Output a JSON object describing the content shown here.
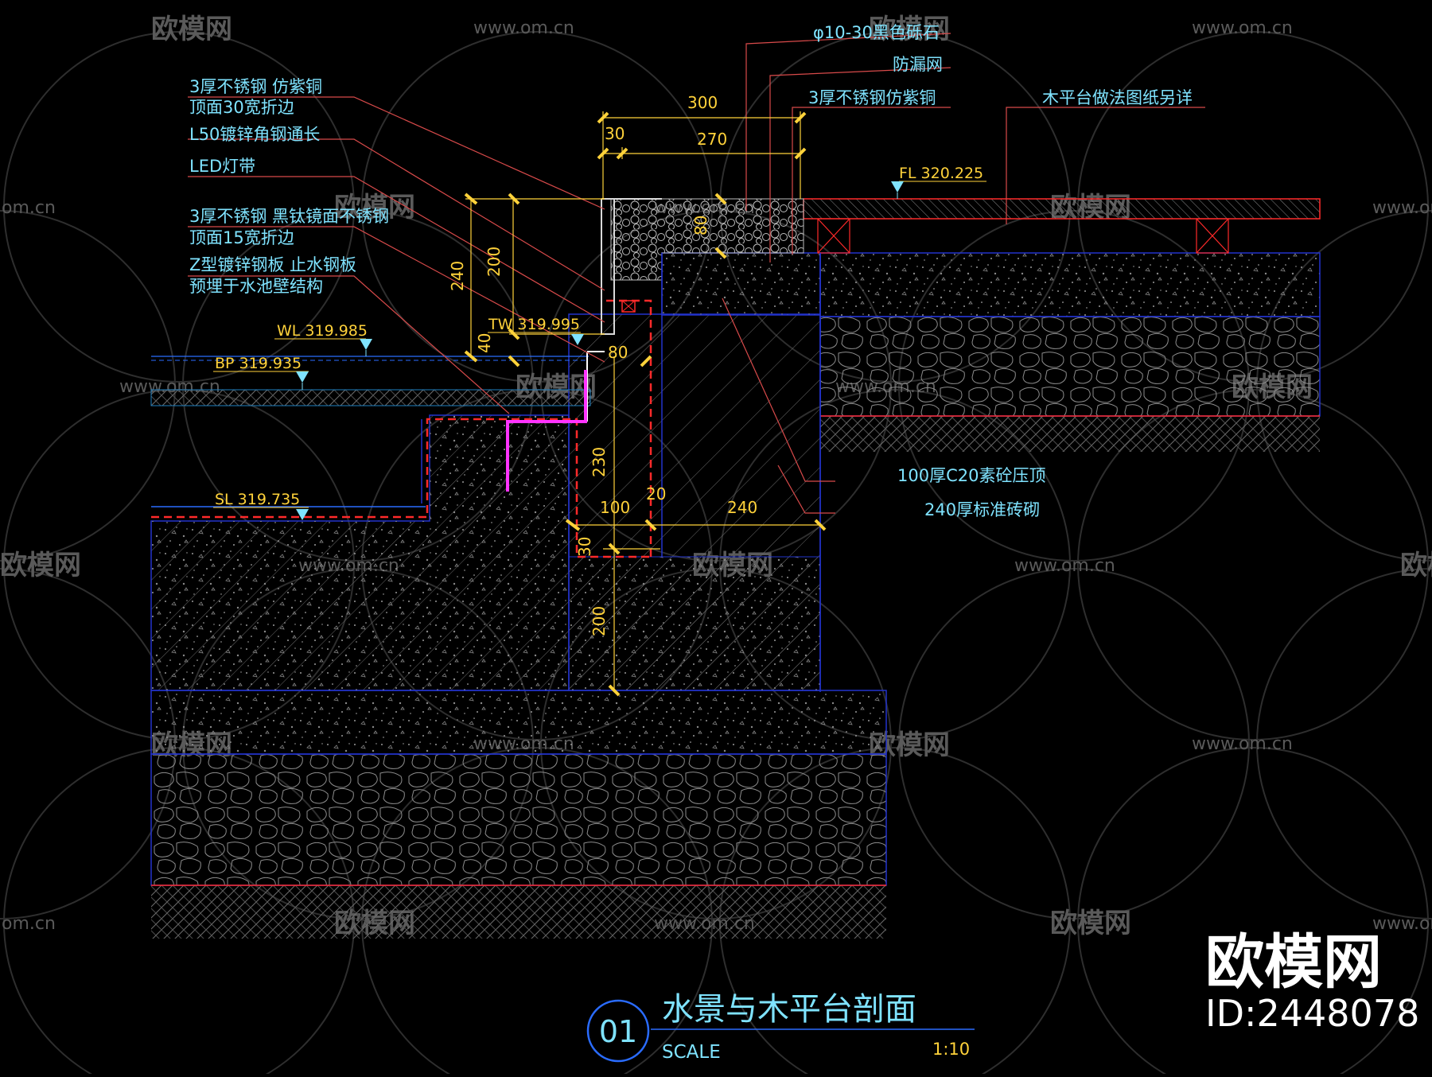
{
  "watermarks": {
    "brand": "欧模网",
    "url": "www.om.cn",
    "url_short": "om.cn",
    "corner_brand": "欧模网",
    "corner_id": "ID:2448078"
  },
  "labels_left": [
    "3厚不锈钢 仿紫铜",
    "顶面30宽折边",
    "L50镀锌角钢通长",
    "LED灯带",
    "3厚不锈钢 黑钛镜面不锈钢",
    "顶面15宽折边",
    "Z型镀锌钢板 止水钢板",
    "预埋于水池壁结构"
  ],
  "labels_right": [
    "φ10-30黑色砾石",
    "防漏网",
    "3厚不锈钢仿紫铜",
    "木平台做法图纸另详",
    "100厚C20素砼压顶",
    "240厚标准砖砌"
  ],
  "levels": {
    "wl": "WL 319.985",
    "bp": "BP 319.935",
    "sl": "SL 319.735",
    "tw": "TW 319.995",
    "fl": "FL 320.225"
  },
  "dimensions": {
    "d300": "300",
    "d30a": "30",
    "d270": "270",
    "d200a": "200",
    "d240a": "240",
    "d40": "40",
    "d80a": "80",
    "d80b": "80",
    "d230": "230",
    "d100": "100",
    "d20": "20",
    "d240b": "240",
    "d30b": "30",
    "d200b": "200"
  },
  "title": {
    "number": "01",
    "name": "水景与木平台剖面",
    "scale_label": "SCALE",
    "scale_value": "1:10"
  },
  "colors": {
    "background": "#000000",
    "leader": "#d84a4a",
    "text": "#7fe3ff",
    "dimension": "#ffd23a",
    "outline": "#2233cc",
    "waterproof": "#ff2a2a",
    "zplate": "#ff33ff"
  }
}
